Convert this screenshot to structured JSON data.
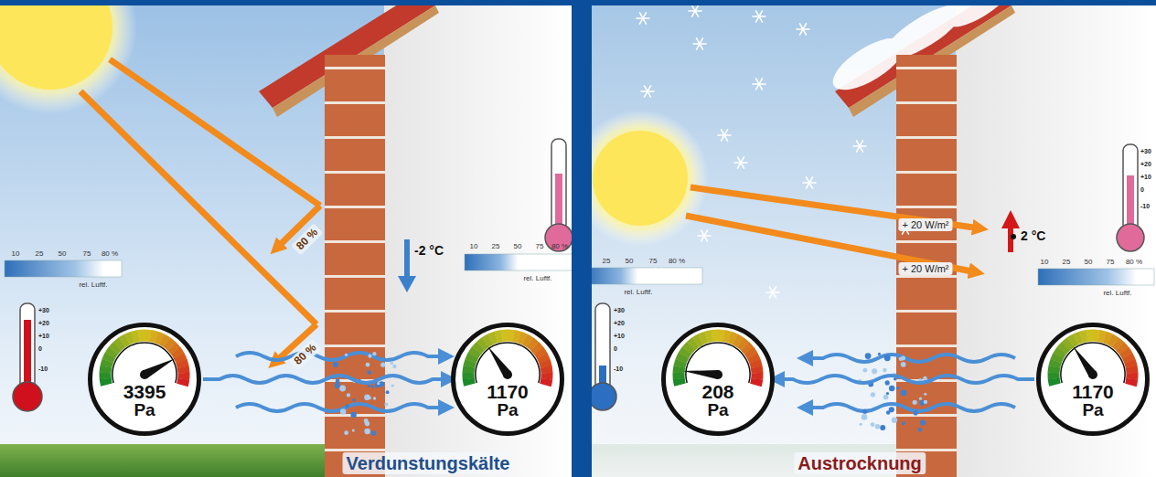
{
  "diagram": {
    "nodes": [
      {
        "text": [
          "3395",
          "Pa"
        ]
      },
      {
        "text": [
          "1170",
          "Pa"
        ]
      },
      {
        "text": [
          "208",
          "Pa"
        ]
      },
      {
        "text": [
          "1170",
          "Pa"
        ]
      }
    ],
    "edges": [
      {
        "from": 0,
        "to": 1,
        "arrow": "to"
      },
      {
        "from": 3,
        "to": 2,
        "arrow": "to"
      }
    ],
    "labels": [
      "80 %",
      "80 %",
      "-2 °C",
      "10",
      "25",
      "50",
      "75",
      "80 %",
      "rel. Luftf.",
      "10",
      "25",
      "50",
      "75",
      "80 %",
      "rel. Luftf.",
      "+30",
      "+20",
      "+10",
      "0",
      "-10",
      "Verdunstungskälte",
      "+ 20 W/m²",
      "+ 20 W/m²",
      "2 °C",
      "25",
      "50",
      "75",
      "80 %",
      "rel. Luftf.",
      "10",
      "25",
      "50",
      "75",
      "80 %",
      "rel. Luftf.",
      "+30",
      "+20",
      "+10",
      "0",
      "-10",
      "+30",
      "+20",
      "+10",
      "0",
      "-10",
      "Austrocknung"
    ]
  }
}
